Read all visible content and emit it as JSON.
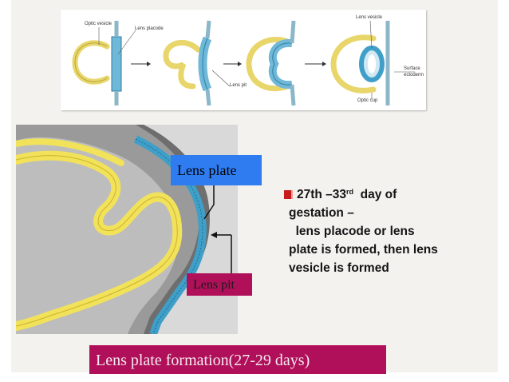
{
  "top_figure": {
    "labels": {
      "optic_vesicle": "Optic vesicle",
      "lens_placode": "Lens placode",
      "lens_pit": "Lens pit",
      "lens_vesicle": "Lens vesicle",
      "surface_ectoderm_1": "Surface",
      "surface_ectoderm_2": "ectoderm",
      "optic_cup": "Optic cup"
    }
  },
  "left_image": {
    "lens_plate_label": "Lens plate",
    "lens_pit_label": "Lens pit",
    "caption": "Lens plate formation(27-29 days)"
  },
  "bullet": {
    "line1_a": "27th –33",
    "line1_sup": "rd",
    "line1_b": "  day of",
    "line2": "gestation –",
    "line3": "  lens placode or lens",
    "line4": "plate is formed, then lens",
    "line5": "vesicle is formed"
  },
  "colors": {
    "label_blue": "#2e7cf0",
    "label_magenta": "#b0105a",
    "bullet_red": "#c81c1c",
    "neural_yellow": "#f2e25a",
    "ectoderm_blue": "#3f9fc8"
  }
}
